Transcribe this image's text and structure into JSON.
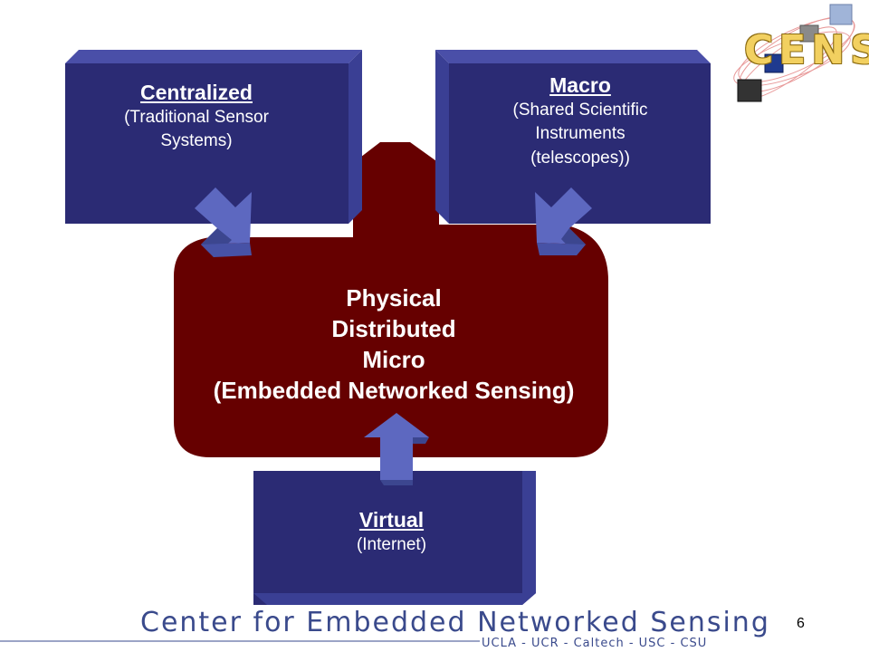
{
  "logo": {
    "text": "CENS"
  },
  "boxes": {
    "centralized": {
      "title": "Centralized",
      "sub1": "(Traditional Sensor",
      "sub2": "Systems)"
    },
    "macro": {
      "title": "Macro",
      "sub1": "(Shared Scientific",
      "sub2": "Instruments",
      "sub3": "(telescopes))"
    },
    "virtual": {
      "title": "Virtual",
      "sub1": "(Internet)"
    }
  },
  "center": {
    "line1": "Physical",
    "line2": "Distributed",
    "line3": "Micro",
    "line4": "(Embedded Networked Sensing)"
  },
  "footer": {
    "title": "Center for Embedded Networked Sensing",
    "members": "UCLA - UCR - Caltech - USC - CSU",
    "page_number": "6"
  },
  "colors": {
    "box_blue": "#2b2b74",
    "box_blue_edge": "#4a4fa8",
    "center_red": "#660000",
    "arrow_blue": "#5d68c0",
    "footer_text": "#3a4a8c",
    "logo_gold": "#f2d060"
  }
}
